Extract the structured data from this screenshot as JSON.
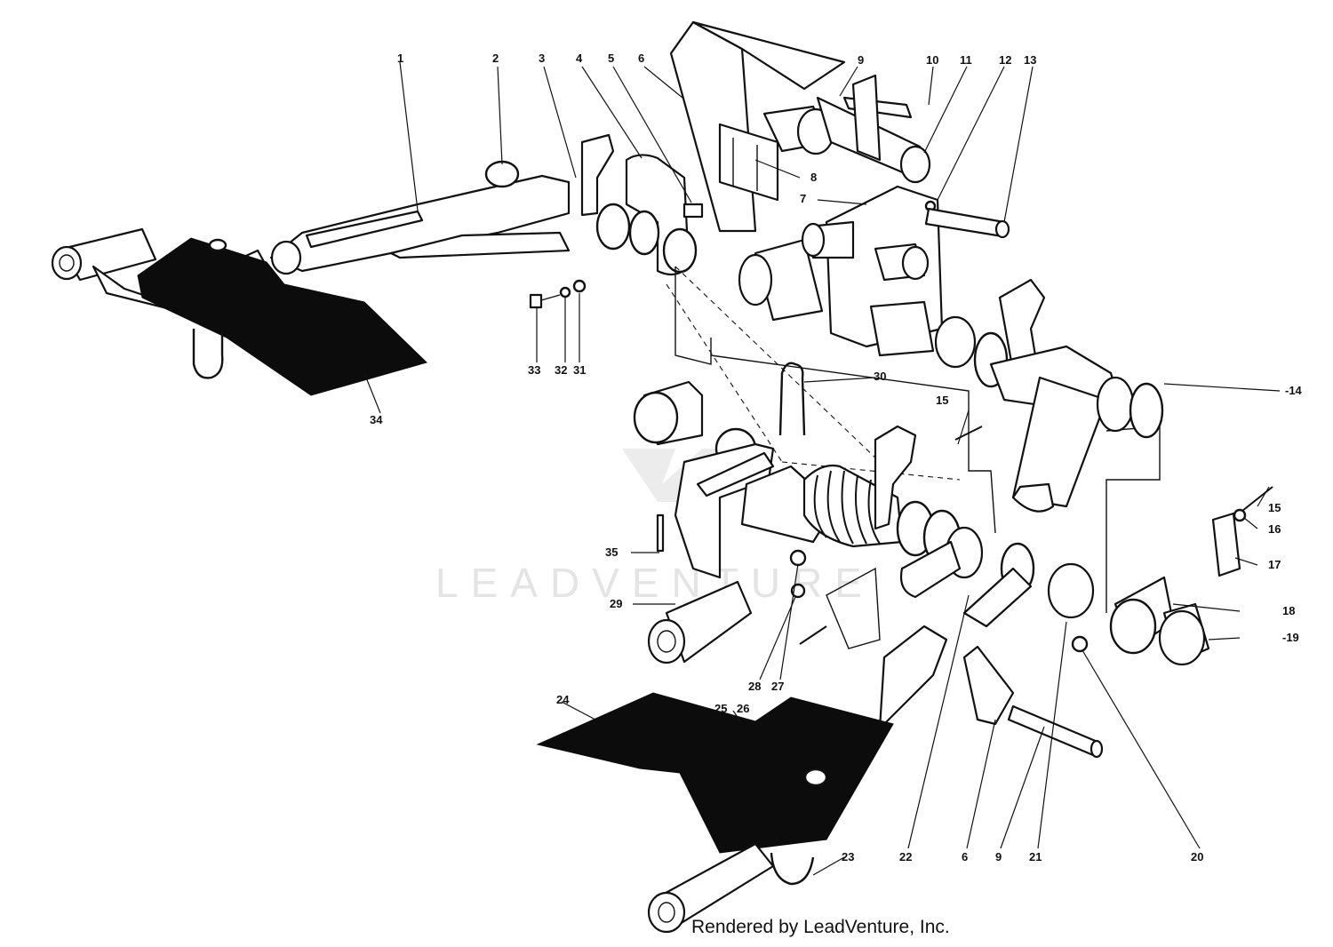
{
  "watermark": {
    "text": "LEADVENTURE"
  },
  "credit": "Rendered by LeadVenture, Inc.",
  "callouts": [
    "1",
    "2",
    "3",
    "4",
    "5",
    "6",
    "7",
    "8",
    "9",
    "10",
    "11",
    "12",
    "13",
    "-14",
    "15",
    "15",
    "16",
    "17",
    "18",
    "-19",
    "20",
    "21",
    "9",
    "6",
    "22",
    "23",
    "24",
    "25",
    "26",
    "27",
    "28",
    "29",
    "30",
    "31",
    "32",
    "33",
    "34",
    "35"
  ]
}
